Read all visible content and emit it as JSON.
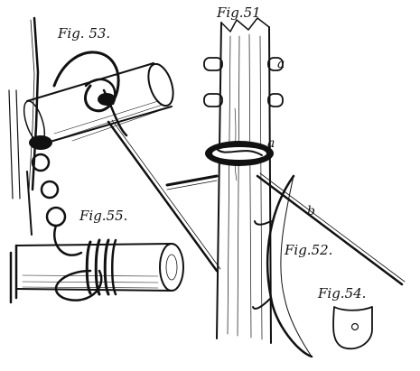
{
  "figures": {
    "fig51": "Fig.51",
    "fig52": "Fig.52.",
    "fig53": "Fig. 53.",
    "fig54": "Fig.54.",
    "fig55": "Fig.55."
  },
  "points": {
    "a_upper": "a",
    "a_lower": "a",
    "b": "b"
  },
  "colors": {
    "ink": "#111111",
    "paper": "#ffffff"
  }
}
